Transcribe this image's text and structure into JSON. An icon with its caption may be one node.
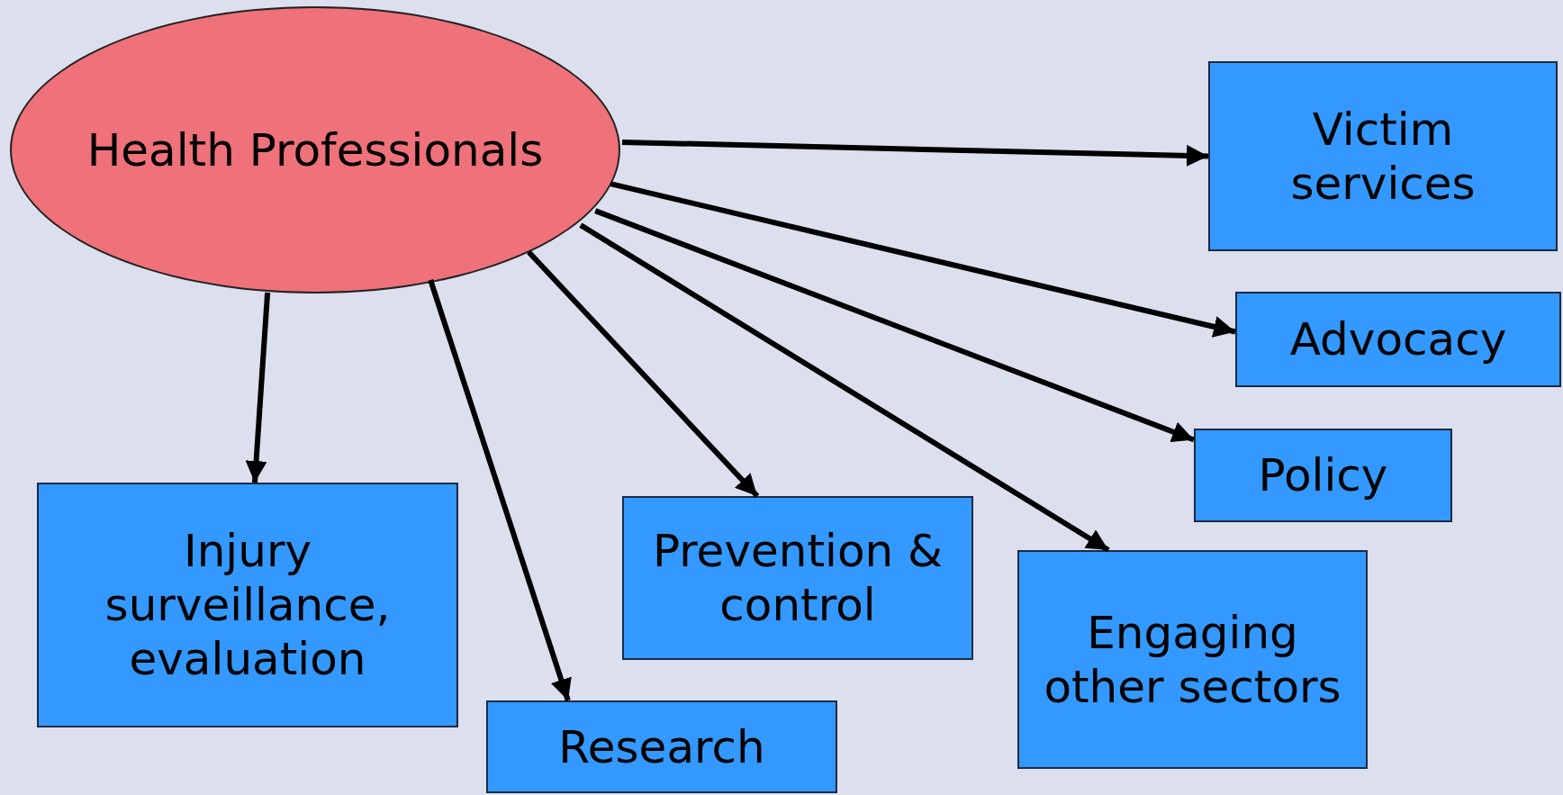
{
  "diagram": {
    "nodes": [
      {
        "text": [
          "Health Professionals"
        ]
      },
      {
        "text": [
          "Victim services"
        ]
      },
      {
        "text": [
          "Advocacy"
        ]
      },
      {
        "text": [
          "Policy"
        ]
      },
      {
        "text": [
          "Injury surveillance, evaluation"
        ]
      },
      {
        "text": [
          "Prevention & control"
        ]
      },
      {
        "text": [
          "Engaging other sectors"
        ]
      },
      {
        "text": [
          "Research"
        ]
      }
    ],
    "edges": [
      {
        "from": 0,
        "to": 1,
        "arrow": "to"
      },
      {
        "from": 0,
        "to": 2,
        "arrow": "to"
      },
      {
        "from": 0,
        "to": 3,
        "arrow": "to"
      },
      {
        "from": 0,
        "to": 6,
        "arrow": "to"
      },
      {
        "from": 0,
        "to": 5,
        "arrow": "to"
      },
      {
        "from": 0,
        "to": 7,
        "arrow": "to"
      },
      {
        "from": 0,
        "to": 4,
        "arrow": "to"
      }
    ]
  }
}
